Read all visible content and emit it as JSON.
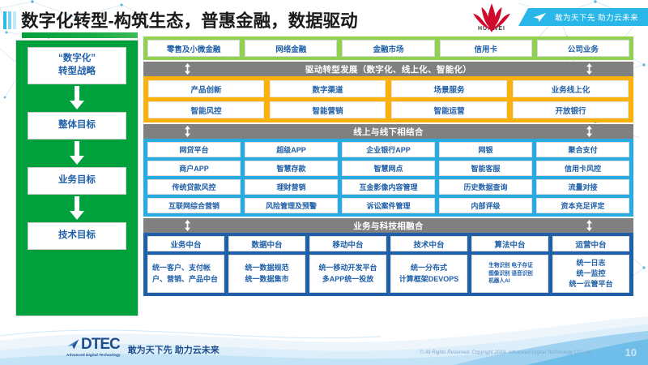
{
  "title": "数字化转型-构筑生态，普惠金融，数据驱动",
  "brand": {
    "huawei_name": "HUAWEI",
    "banner_text": "敢为天下先 助力云未来",
    "banner_icon": "paper-plane-icon",
    "logo_icon": "huawei-flower-icon"
  },
  "left_column": {
    "boxes": [
      {
        "label": "“数字化”\n转型战略"
      },
      {
        "label": "整体目标"
      },
      {
        "label": "业务目标"
      },
      {
        "label": "技术目标"
      }
    ],
    "box_1_line1": "“数字化”",
    "box_1_line2": "转型战略",
    "box_2": "整体目标",
    "box_3": "业务目标",
    "box_4": "技术目标",
    "arrow_icon": "arrow-down-icon"
  },
  "business_row": {
    "color": "#92d050",
    "items": [
      "零售及小微金融",
      "网络金融",
      "金融市场",
      "信用卡",
      "公司业务"
    ]
  },
  "divider_1": {
    "label": "驱动转型发展（数字化、线上化、智能化）",
    "color": "#808080",
    "arrow_icon": "arrow-up-down-icon"
  },
  "orange_section": {
    "color": "#fab20b",
    "rows": [
      [
        "产品创新",
        "数字渠道",
        "场景服务",
        "业务线上化"
      ],
      [
        "智能风控",
        "智能营销",
        "智能运营",
        "开放银行"
      ]
    ]
  },
  "divider_2": {
    "label": "线上与线下相结合",
    "color": "#808080",
    "arrow_icon": "arrow-up-down-icon"
  },
  "blue_section": {
    "color": "#29abe2",
    "rows": [
      [
        "网贷平台",
        "超级APP",
        "企业银行APP",
        "网银",
        "聚合支付"
      ],
      [
        "商户APP",
        "智慧存款",
        "智慧网点",
        "智能客服",
        "信用卡风控"
      ],
      [
        "传统贷款风控",
        "理财营销",
        "互金影像内容管理",
        "历史数据查询",
        "流量对接"
      ],
      [
        "互联网综合营销",
        "风险管理及预警",
        "诉讼案件管理",
        "内部评级",
        "资本充足评定"
      ]
    ]
  },
  "divider_3": {
    "label": "业务与科技相融合",
    "color": "#808080",
    "arrow_icon": "arrow-up-down-icon"
  },
  "platform_section": {
    "color": "#1f60a8",
    "columns": [
      {
        "head": "业务中台",
        "body": "统一客户、支付帐户、营销、产品中台"
      },
      {
        "head": "数据中台",
        "body": "统一数据规范\n统一数据集市"
      },
      {
        "head": "移动中台",
        "body": "统一移动开发平台\n多APP统一投放"
      },
      {
        "head": "技术中台",
        "body": "统一分布式\n计算框架DEVOPS"
      },
      {
        "head": "算法中台",
        "body": "生物识别 电子存证\n图像识别 语音识别\n机器人AI"
      },
      {
        "head": "运营中台",
        "body": "统一日志\n统一监控\n统一云管平台"
      }
    ]
  },
  "footer": {
    "logo_text": "DTEC",
    "logo_sub": "Advanced Digital Technology",
    "logo_icon": "dtec-arrow-icon",
    "slogan": "敢为天下先   助力云未来",
    "copyright": "© All Rights Reserved. Copyright 2019. Advanced Digital Technology CO.,Ltd",
    "page_number": "10"
  }
}
